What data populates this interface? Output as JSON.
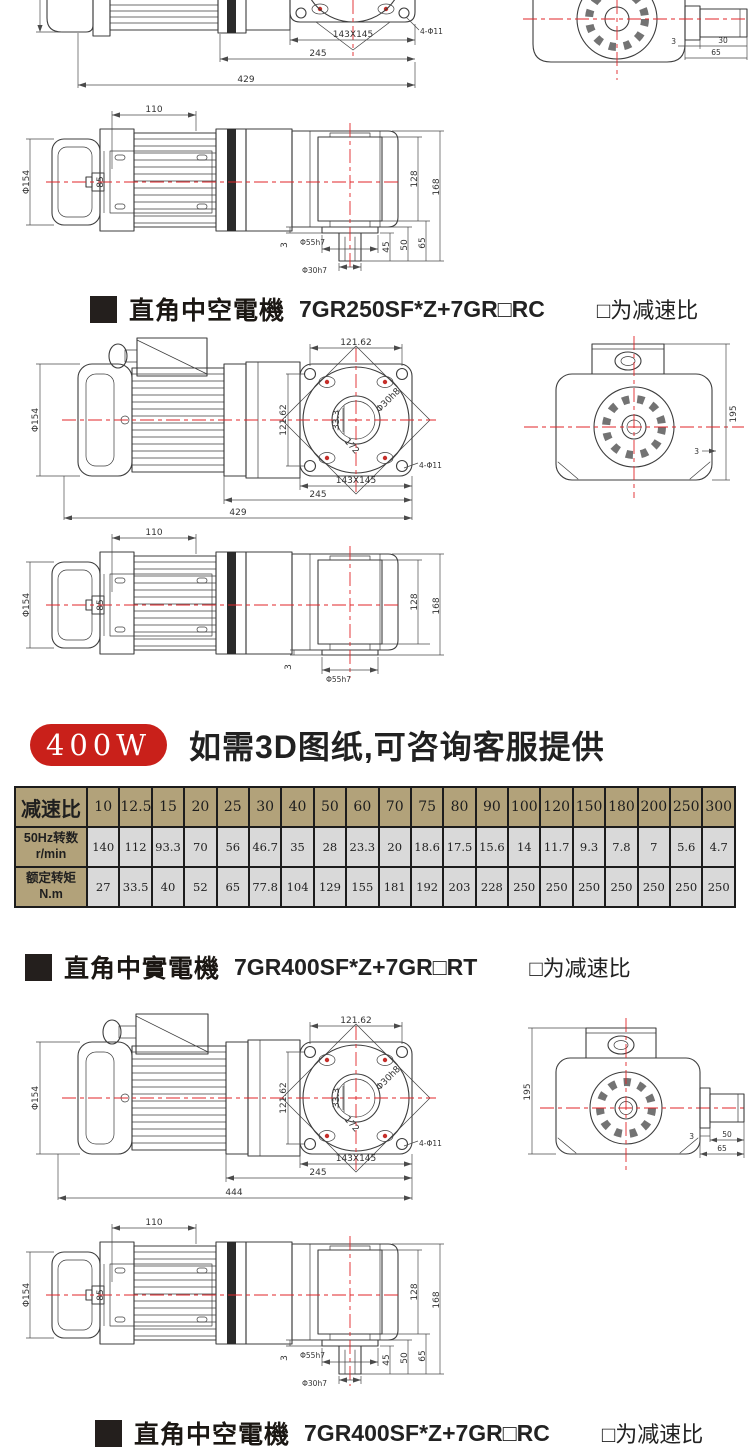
{
  "colors": {
    "accent_red": "#c9201a",
    "centerline_red": "#e0262a",
    "drawing_line": "#3d3d3d",
    "table_header_bg": "#b2a27a",
    "table_cell_bg": "#d9d9d9",
    "table_border": "#1c1c1c",
    "heading_text": "#1b1713"
  },
  "sections": [
    {
      "title": "直角中空電機",
      "model": "7GR250SF*Z+7GR□RC",
      "note": "□为减速比"
    },
    {
      "title": "直角中實電機",
      "model": "7GR400SF*Z+7GR□RT",
      "note": "□为减速比"
    },
    {
      "title": "直角中空電機",
      "model": "7GR400SF*Z+7GR□RC",
      "note": "□为减速比"
    }
  ],
  "badge": {
    "label": "400W",
    "text": "如需3D图纸,可咨询客服提供"
  },
  "table": {
    "corner": "减速比",
    "ratios": [
      "10",
      "12.5",
      "15",
      "20",
      "25",
      "30",
      "40",
      "50",
      "60",
      "70",
      "75",
      "80",
      "90",
      "100",
      "120",
      "150",
      "180",
      "200",
      "250",
      "300"
    ],
    "rows": [
      {
        "label_line1": "50Hz转数",
        "label_line2": "r/min",
        "values": [
          "140",
          "112",
          "93.3",
          "70",
          "56",
          "46.7",
          "35",
          "28",
          "23.3",
          "20",
          "18.6",
          "17.5",
          "15.6",
          "14",
          "11.7",
          "9.3",
          "7.8",
          "7",
          "5.6",
          "4.7"
        ]
      },
      {
        "label_line1": "额定转矩",
        "label_line2": "N.m",
        "values": [
          "27",
          "33.5",
          "40",
          "52",
          "65",
          "77.8",
          "104",
          "129",
          "155",
          "181",
          "192",
          "203",
          "228",
          "250",
          "250",
          "250",
          "250",
          "250",
          "250",
          "250"
        ]
      }
    ]
  },
  "drawings": {
    "a": {
      "flange_size": "143X145",
      "length_mid": "245",
      "length_total": "429",
      "holes": "4-Φ11",
      "shaft_step": "3",
      "shaft_len": "30",
      "shaft_total": "65"
    },
    "b": {
      "top_width": "110",
      "motor_dia": "Φ154",
      "inner_width": "85",
      "boss_height": "128",
      "total_height": "168",
      "step": "3",
      "shaft_boss_dia": "Φ55h7",
      "shaft_dia": "Φ30h7",
      "shaft_len_1": "45",
      "shaft_len_2": "50",
      "shaft_len_3": "65"
    },
    "c": {
      "hole_pitch_w": "121.62",
      "hole_pitch_h": "121.62",
      "bore_detail": "33.3",
      "bore_dia": "Φ30h8",
      "diag": "172",
      "flange_size": "143X145",
      "holes": "4-Φ11",
      "length_mid": "245",
      "length_total": "429",
      "motor_dia": "Φ154",
      "rear_height": "195",
      "rear_step": "3"
    },
    "d": {
      "top_width": "110",
      "motor_dia": "Φ154",
      "inner_width": "85",
      "boss_height": "128",
      "total_height": "168",
      "step": "3",
      "shaft_boss_dia": "Φ55h7"
    },
    "e": {
      "hole_pitch_w": "121.62",
      "hole_pitch_h": "121.62",
      "bore_detail": "33.3",
      "bore_dia": "Φ30h8",
      "diag": "172",
      "flange_size": "143X145",
      "holes": "4-Φ11",
      "length_mid": "245",
      "length_total": "444",
      "motor_dia": "Φ154",
      "rear_height": "195",
      "rear_step": "3",
      "rear_shaft_len": "50",
      "rear_shaft_total": "65"
    },
    "f": {
      "top_width": "110",
      "motor_dia": "Φ154",
      "inner_width": "85",
      "boss_height": "128",
      "total_height": "168",
      "step": "3",
      "shaft_boss_dia": "Φ55h7",
      "shaft_dia": "Φ30h7",
      "shaft_len_1": "45",
      "shaft_len_2": "50",
      "shaft_len_3": "65"
    }
  }
}
